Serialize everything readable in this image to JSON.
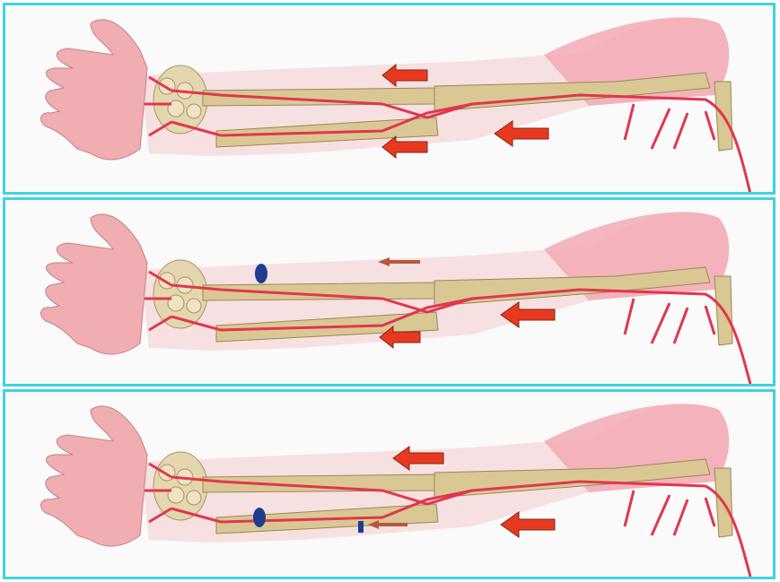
{
  "figure": {
    "panel_count": 3,
    "frame_color": "#3fd3df",
    "skin_color": "#f3a7b0",
    "bone_color": "#d8c89a",
    "artery_color": "#e0374e",
    "arrow_large_color": "#e8391f",
    "arrow_small_color": "#b9573a",
    "marker_color": "#1f3d8f"
  },
  "panels": [
    {
      "id": "normal-flow",
      "arrows": [
        {
          "role": "distal-upper",
          "direction": "left",
          "size": "small"
        },
        {
          "role": "distal-lower",
          "direction": "left",
          "size": "small"
        },
        {
          "role": "proximal",
          "direction": "left",
          "size": "large"
        }
      ],
      "markers": []
    },
    {
      "id": "radial-occluded",
      "arrows": [
        {
          "role": "distal-upper",
          "direction": "left",
          "size": "thin"
        },
        {
          "role": "distal-lower",
          "direction": "left",
          "size": "large"
        },
        {
          "role": "proximal",
          "direction": "left",
          "size": "large"
        }
      ],
      "markers": [
        {
          "shape": "oval",
          "location": "radial-artery-wrist"
        }
      ]
    },
    {
      "id": "ulnar-occluded",
      "arrows": [
        {
          "role": "distal-upper",
          "direction": "left",
          "size": "large"
        },
        {
          "role": "distal-lower",
          "direction": "left",
          "size": "thin"
        },
        {
          "role": "proximal",
          "direction": "left",
          "size": "large"
        }
      ],
      "markers": [
        {
          "shape": "oval",
          "location": "ulnar-artery-wrist"
        },
        {
          "shape": "bar",
          "location": "ulnar-artery-midforearm"
        }
      ]
    }
  ]
}
